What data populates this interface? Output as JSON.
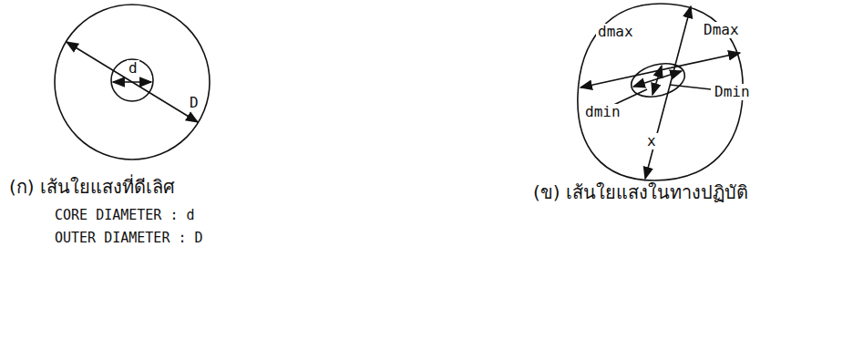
{
  "diagram": {
    "labels": [
      "d",
      "D",
      "(ก) เส้นใยแสงที่ดีเลิศ",
      "CORE DIAMETER : d",
      "OUTER DIAMETER : D",
      "dmax",
      "Dmax",
      "dmin",
      "Dmin",
      "x",
      "(ข) เส้นใยแสงในทางปฏิบัติ"
    ]
  }
}
